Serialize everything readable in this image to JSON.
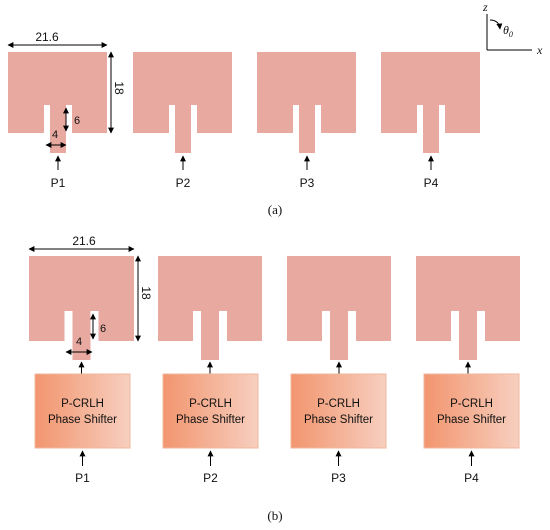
{
  "colors": {
    "patch": "#e8aaa0",
    "shifter_dark": "#f2956e",
    "shifter_light": "#f7cfbf",
    "line": "#000000"
  },
  "axes": {
    "z": "z",
    "x": "x",
    "theta": "θ",
    "theta_sub": "0"
  },
  "panel_a": {
    "label": "(a)",
    "dims": {
      "width": "21.6",
      "height": "18",
      "slot_depth": "6",
      "feed_width": "4"
    },
    "ports": [
      "P1",
      "P2",
      "P3",
      "P4"
    ]
  },
  "panel_b": {
    "label": "(b)",
    "dims": {
      "width": "21.6",
      "height": "18",
      "slot_depth": "6",
      "feed_width": "4"
    },
    "ports": [
      "P1",
      "P2",
      "P3",
      "P4"
    ],
    "shifter_line1": "P-CRLH",
    "shifter_line2": "Phase Shifter"
  }
}
